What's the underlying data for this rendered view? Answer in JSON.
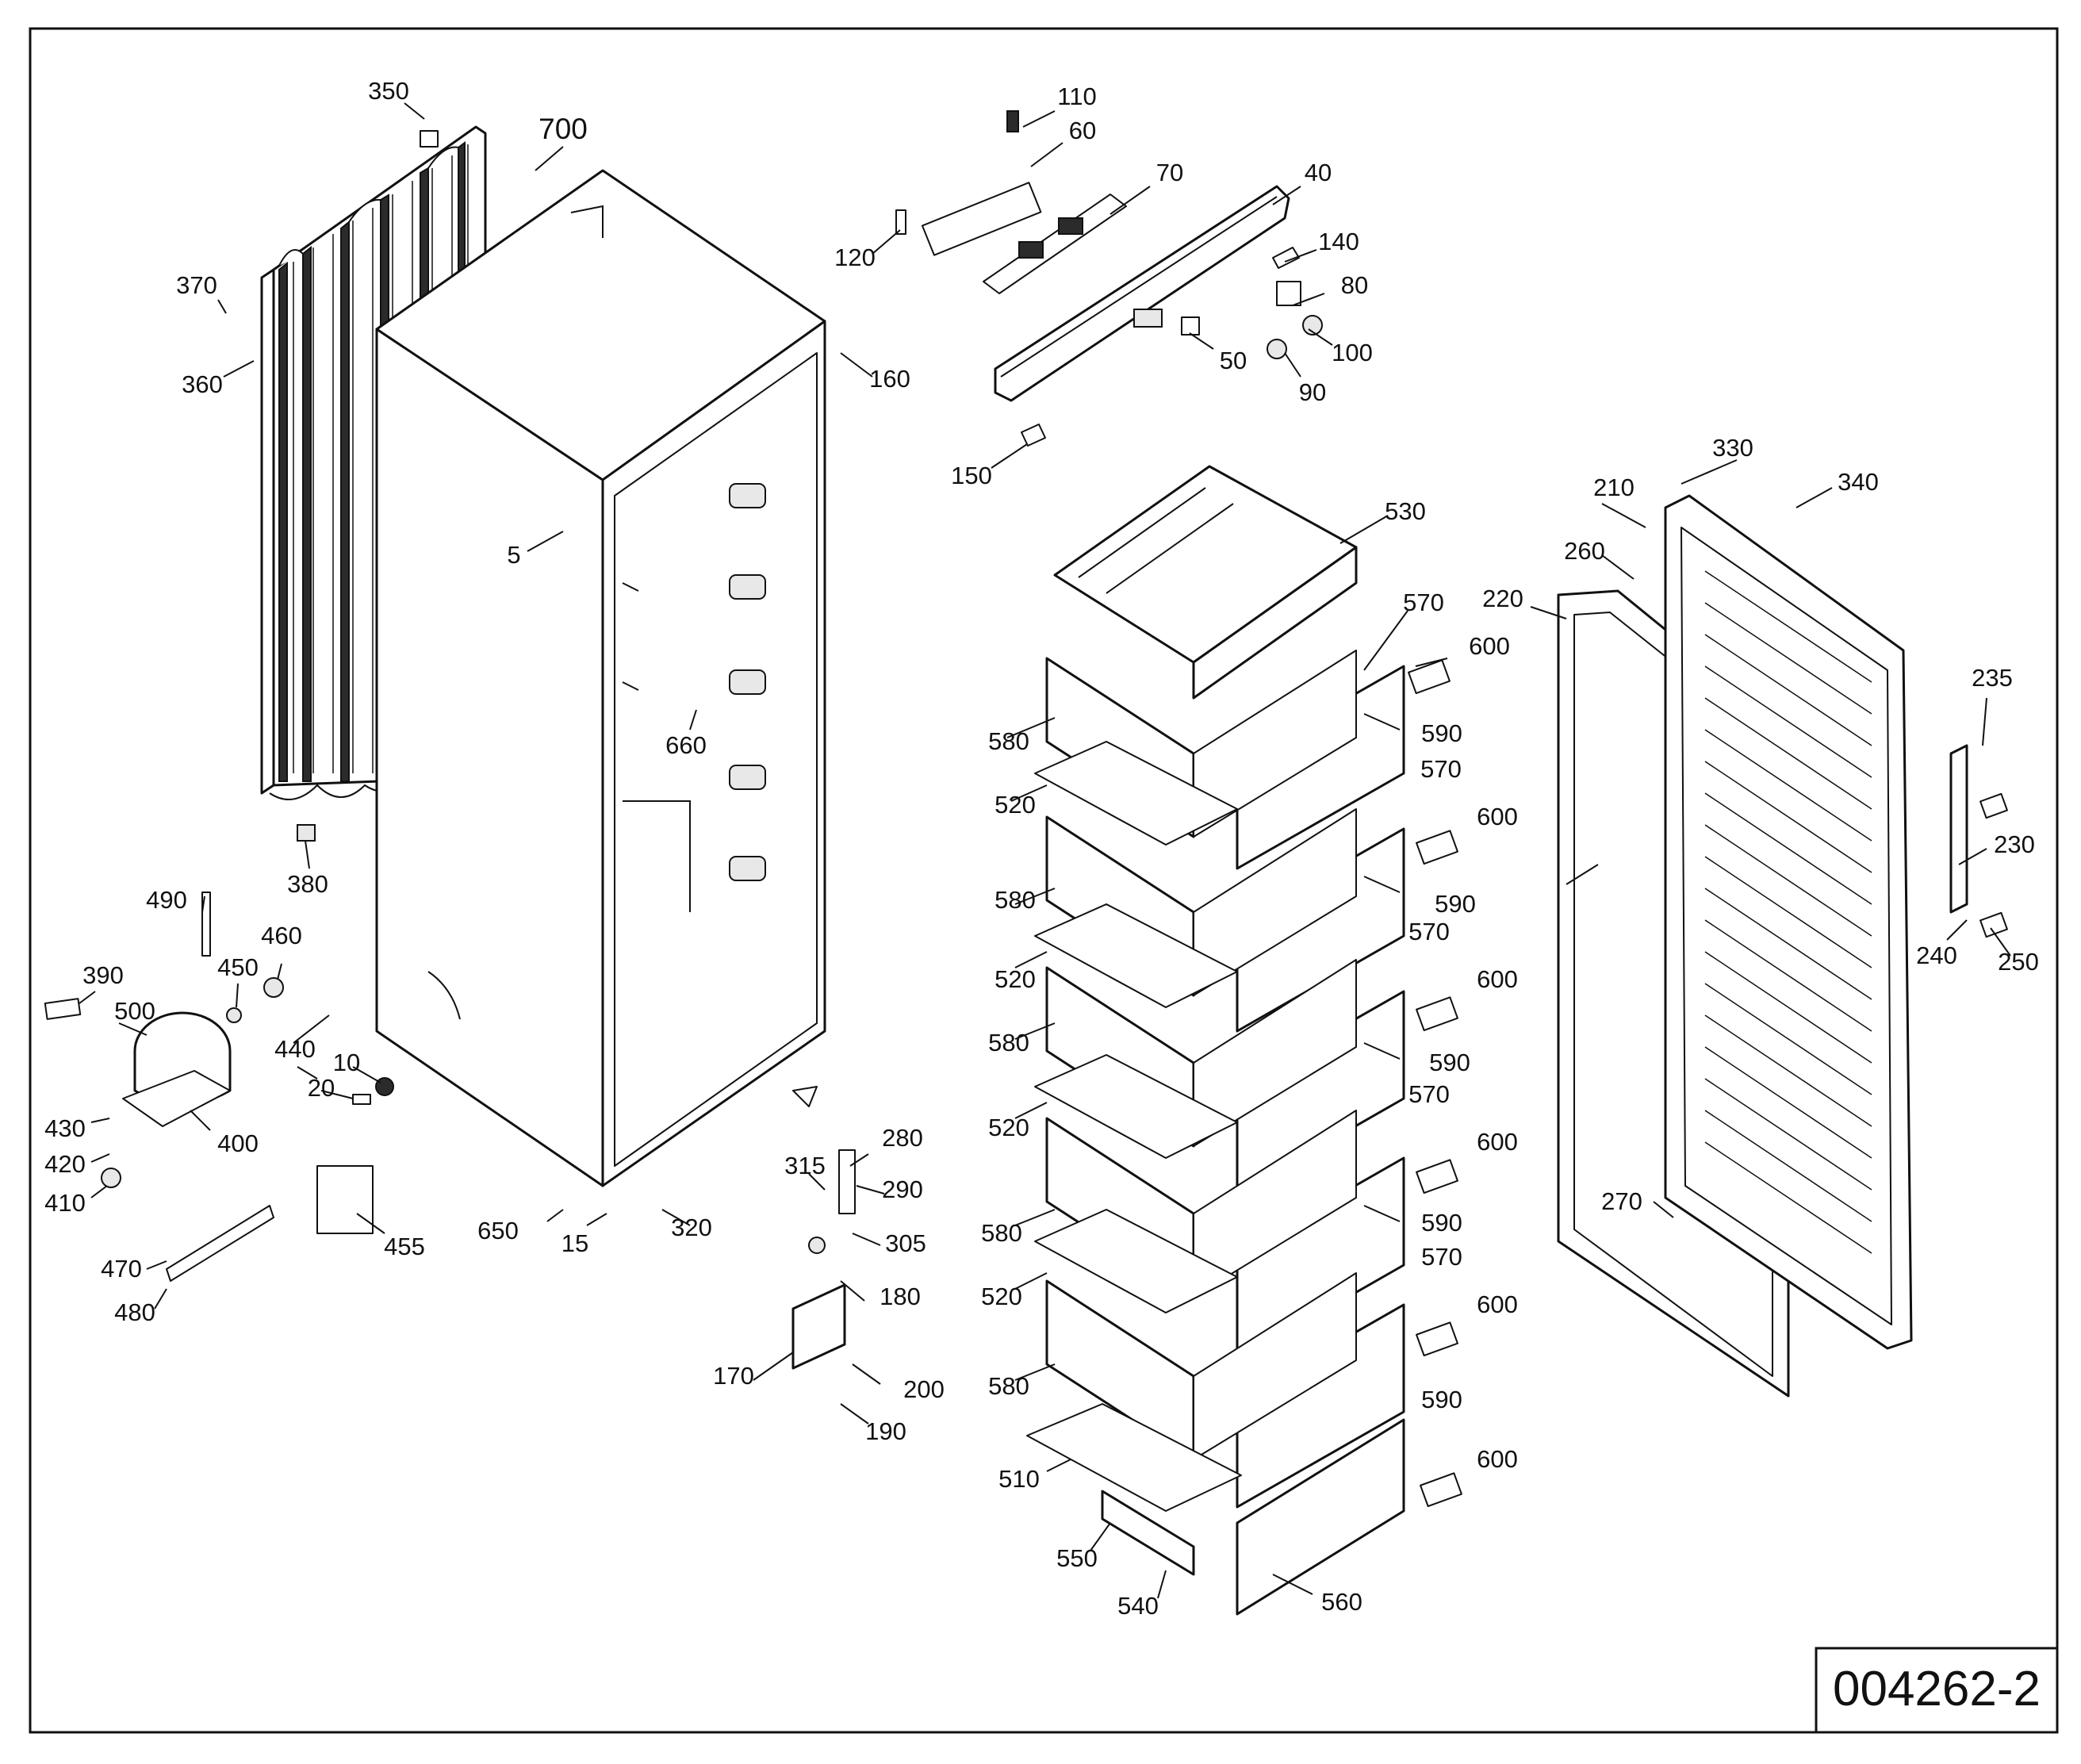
{
  "drawing_number": "004262-2",
  "callouts": [
    "350",
    "700",
    "370",
    "360",
    "5",
    "160",
    "380",
    "490",
    "460",
    "450",
    "390",
    "500",
    "440",
    "10",
    "20",
    "430",
    "400",
    "420",
    "410",
    "470",
    "480",
    "455",
    "650",
    "15",
    "320",
    "110",
    "60",
    "70",
    "40",
    "120",
    "140",
    "80",
    "50",
    "100",
    "90",
    "150",
    "660",
    "315",
    "280",
    "290",
    "305",
    "180",
    "170",
    "200",
    "190",
    "530",
    "570",
    "600",
    "580",
    "590",
    "520",
    "510",
    "550",
    "540",
    "560",
    "330",
    "340",
    "210",
    "260",
    "220",
    "235",
    "230",
    "240",
    "250",
    "270"
  ]
}
